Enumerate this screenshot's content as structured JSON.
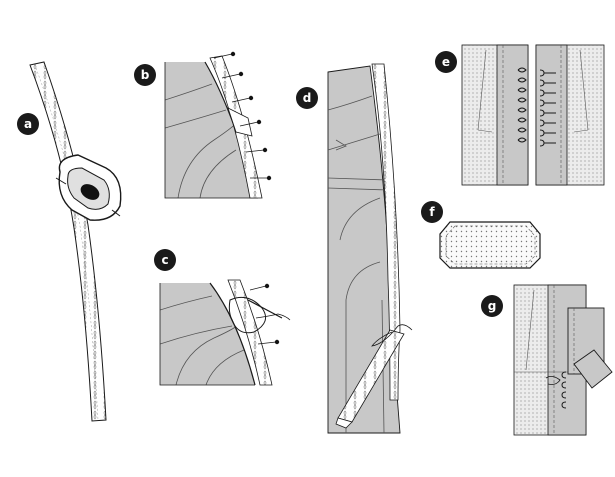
{
  "panels": [
    {
      "id": "a",
      "label": "a"
    },
    {
      "id": "b",
      "label": "b"
    },
    {
      "id": "c",
      "label": "c"
    },
    {
      "id": "d",
      "label": "d"
    },
    {
      "id": "e",
      "label": "e"
    },
    {
      "id": "f",
      "label": "f"
    },
    {
      "id": "g",
      "label": "g"
    }
  ],
  "colors": {
    "fabric_gray": "#c8c8c8",
    "light_dotted": "#e6e6e6",
    "badge": "#1a1a1a",
    "line": "#1a1a1a"
  }
}
